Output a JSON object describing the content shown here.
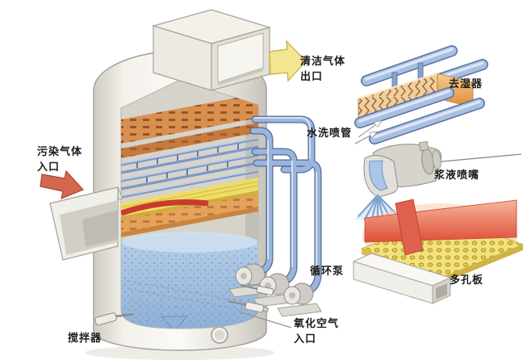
{
  "diagram": {
    "type": "wet-flue-gas-desulfurization-scrubber-cutaway",
    "background": "#ffffff",
    "labels": {
      "polluted_gas_inlet_line1": "污染气体",
      "polluted_gas_inlet_line2": "入口",
      "clean_gas_outlet_line1": "清洁气体",
      "clean_gas_outlet_line2": "出口",
      "water_wash_spray_pipe": "水洗喷管",
      "demister": "去湿器",
      "slurry_spray_nozzle": "浆液喷嘴",
      "perforated_plate": "多孔板",
      "circulation_pump": "循环泵",
      "oxidation_air_inlet_line1": "氧化空气",
      "oxidation_air_inlet_line2": "入口",
      "agitator": "搅拌器"
    },
    "colors": {
      "label_text": "#1b1b1b",
      "inlet_arrow_red": "#d4674d",
      "outlet_arrow_yellow": "#f4e690",
      "pipe_blue": "#9cb4dc",
      "pipe_outline": "#4f6b9a",
      "slurry_liquid": "#a9c4e4",
      "demister_pack_orange": "#d9904f",
      "tray_yellow": "#eedd66",
      "plate_yellow": "#f2e27c",
      "plate_wall_red": "#e0604e",
      "tower_body": "#f3f1ea"
    }
  }
}
